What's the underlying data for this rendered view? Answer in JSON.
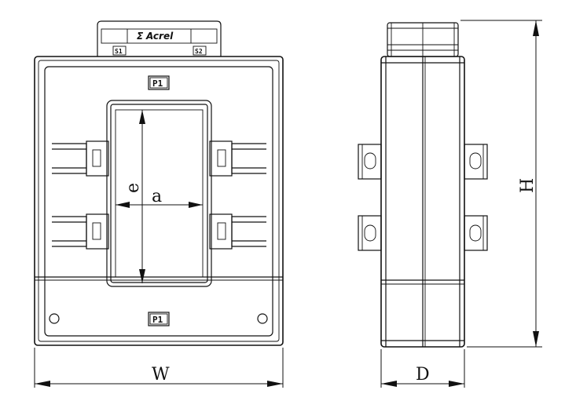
{
  "brand": {
    "name": "Acrel",
    "logo_glyph": "Σ"
  },
  "terminals": {
    "s1": "S1",
    "s2": "S2"
  },
  "marks": {
    "p1_top": "P1",
    "p1_bottom": "P1"
  },
  "dimensions": {
    "a": "a",
    "e": "e",
    "w": "W",
    "d": "D",
    "h": "H"
  }
}
